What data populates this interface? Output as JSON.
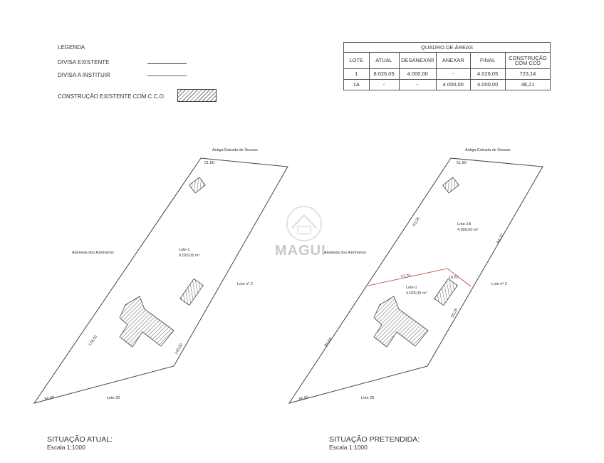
{
  "legend": {
    "title": "LEGENDA",
    "items": [
      {
        "label": "DIVISA EXISTENTE",
        "symbol": "solid-line"
      },
      {
        "label": "DIVISA A INSTITUIR",
        "symbol": "thin-line"
      },
      {
        "label": "CONSTRUÇÃO EXISTENTE COM C.C.O.",
        "symbol": "hatched-box"
      }
    ]
  },
  "table": {
    "caption": "QUADRO DE ÁREAS",
    "columns": [
      "LOTE",
      "ATUAL",
      "DESANEXAR",
      "ANEXAR",
      "FINAL",
      "CONSTRUÇÃO COM CCO"
    ],
    "rows": [
      [
        "1",
        "8.026,05",
        "4.000,00",
        "-",
        "4.026,05",
        "723,14"
      ],
      [
        "1A",
        "-",
        "-",
        "4.000,00",
        "4.000,00",
        "48,21"
      ]
    ]
  },
  "plan_current": {
    "road_top": "Antiga Estrada de Sousas",
    "road_left": "Alameda dos Azinheiros",
    "neighbor_right": "Lote nº 2",
    "neighbor_bottom": "Lote 20",
    "lot_name": "Lote-1",
    "lot_area": "8.026,05 m²",
    "dim_top": "51,80",
    "dim_left": "178,00",
    "dim_right": "140,00",
    "dim_bottom": "86,00",
    "title": "SITUAÇÃO ATUAL:",
    "scale": "Escala 1:1000"
  },
  "plan_proposed": {
    "road_top": "Antiga Estrada de Sousas",
    "road_left": "Alameda dos Azinheiros",
    "neighbor_right": "Lote nº 2",
    "neighbor_bottom": "Lote 20",
    "lot_a_name": "Lote-1A",
    "lot_a_area": "4.000,00 m²",
    "lot_name": "Lote-1",
    "lot_area": "4.026,05 m²",
    "dim_top": "51,80",
    "dim_left_upper": "93,36",
    "dim_left_lower": "84,64",
    "dim_right_upper": "94,72",
    "dim_right_lower": "55,36",
    "dim_division_left": "47,75",
    "dim_division_right": "19,62",
    "dim_bottom": "86,00",
    "title": "SITUAÇÃO PRETENDIDA:",
    "scale": "Escala 1:1000"
  },
  "watermark": {
    "text": "MAGUI",
    "icon": "house-logo-icon"
  },
  "colors": {
    "line": "#444444",
    "hatch": "#777777",
    "division": "#c0392b",
    "watermark": "#c9c9c9"
  }
}
